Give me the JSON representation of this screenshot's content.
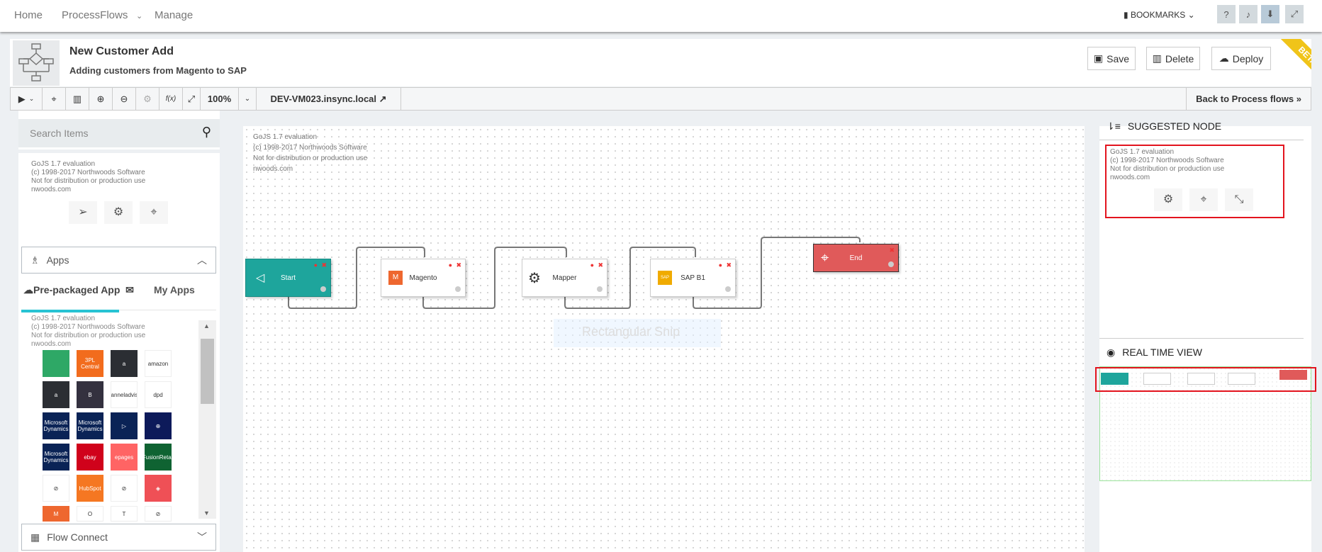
{
  "nav": {
    "home": "Home",
    "processflows": "ProcessFlows",
    "manage": "Manage",
    "bookmarks": "BOOKMARKS"
  },
  "header": {
    "title": "New Customer Add",
    "subtitle": "Adding customers from Magento to SAP",
    "save": "Save",
    "delete": "Delete",
    "deploy": "Deploy",
    "beta": "BETA"
  },
  "toolbar": {
    "zoom": "100%",
    "server": "DEV-VM023.insync.local",
    "back": "Back to Process flows »"
  },
  "watermark": {
    "l1": "GoJS 1.7 evaluation",
    "l2": "(c) 1998-2017 Northwoods Software",
    "l3": "Not for distribution or production use",
    "l4": "nwoods.com"
  },
  "left": {
    "search_placeholder": "Search Items",
    "apps": "Apps",
    "tab_prepackaged": "Pre-packaged App",
    "tab_myapps": "My Apps",
    "flow_connect": "Flow Connect",
    "tiles": [
      {
        "label": "",
        "color": "#2ea866"
      },
      {
        "label": "3PL Central",
        "color": "#f26c1d"
      },
      {
        "label": "a",
        "color": "#2b2e33"
      },
      {
        "label": "amazon",
        "color": "#ffffff"
      },
      {
        "label": "a",
        "color": "#2b2e33"
      },
      {
        "label": "B",
        "color": "#34313f"
      },
      {
        "label": "channeladvisor",
        "color": "#ffffff"
      },
      {
        "label": "dpd",
        "color": "#ffffff"
      },
      {
        "label": "Microsoft Dynamics",
        "color": "#0a2356"
      },
      {
        "label": "Microsoft Dynamics",
        "color": "#0a2356"
      },
      {
        "label": "▷",
        "color": "#0a2356"
      },
      {
        "label": "⊕",
        "color": "#0d1a5a"
      },
      {
        "label": "Microsoft Dynamics",
        "color": "#0a2356"
      },
      {
        "label": "ebay",
        "color": "#d0021b"
      },
      {
        "label": "epages",
        "color": "#ff6464"
      },
      {
        "label": "FusionRetail",
        "color": "#0f6332"
      },
      {
        "label": "⊘",
        "color": "#ffffff"
      },
      {
        "label": "HubSpot",
        "color": "#f57722"
      },
      {
        "label": "⊘",
        "color": "#ffffff"
      },
      {
        "label": "◈",
        "color": "#ef5056"
      },
      {
        "label": "M",
        "color": "#ee672f"
      },
      {
        "label": "O",
        "color": "#ffffff"
      },
      {
        "label": "T",
        "color": "#ffffff"
      },
      {
        "label": "⊘",
        "color": "#ffffff"
      }
    ]
  },
  "canvas": {
    "snip": "Rectangular Snip",
    "nodes": [
      {
        "label": "Start",
        "type": "start",
        "color": "#1ea59c"
      },
      {
        "label": "Magento",
        "type": "app",
        "icon_color": "#ee672f"
      },
      {
        "label": "Mapper",
        "type": "mapper"
      },
      {
        "label": "SAP B1",
        "type": "app",
        "icon_color": "#f0ab00"
      },
      {
        "label": "End",
        "type": "end",
        "color": "#e05a5a"
      }
    ]
  },
  "right": {
    "suggested": "SUGGESTED NODE",
    "realtime": "REAL TIME VIEW"
  },
  "colors": {
    "accent": "#27c3d3",
    "beta": "#f0c419",
    "highlight": "#e3141e"
  }
}
